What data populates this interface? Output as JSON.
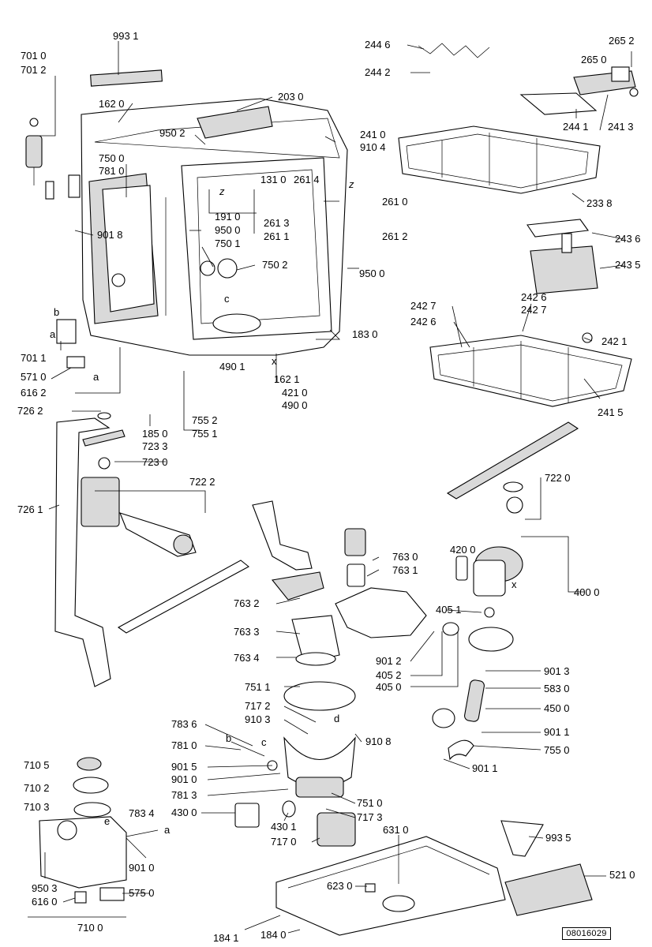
{
  "document_code": "08016029",
  "labels": [
    {
      "id": "9931",
      "text": "993 1"
    },
    {
      "id": "7010",
      "text": "701 0"
    },
    {
      "id": "7012",
      "text": "701 2"
    },
    {
      "id": "1620",
      "text": "162 0"
    },
    {
      "id": "2030",
      "text": "203 0"
    },
    {
      "id": "9502",
      "text": "950 2"
    },
    {
      "id": "7500",
      "text": "750 0"
    },
    {
      "id": "7810",
      "text": "781 0"
    },
    {
      "id": "9018",
      "text": "901 8"
    },
    {
      "id": "7011",
      "text": "701 1"
    },
    {
      "id": "5710",
      "text": "571 0"
    },
    {
      "id": "6162",
      "text": "616 2"
    },
    {
      "id": "7262",
      "text": "726 2"
    },
    {
      "id": "2410",
      "text": "241 0"
    },
    {
      "id": "9104",
      "text": "910 4"
    },
    {
      "id": "1310",
      "text": "131 0"
    },
    {
      "id": "2614",
      "text": "261 4"
    },
    {
      "id": "2610",
      "text": "261 0"
    },
    {
      "id": "1910",
      "text": "191 0"
    },
    {
      "id": "9500a",
      "text": "950 0"
    },
    {
      "id": "2613",
      "text": "261 3"
    },
    {
      "id": "2611",
      "text": "261 1"
    },
    {
      "id": "2612",
      "text": "261 2"
    },
    {
      "id": "7501",
      "text": "750 1"
    },
    {
      "id": "7502",
      "text": "750 2"
    },
    {
      "id": "9500b",
      "text": "950 0"
    },
    {
      "id": "1830",
      "text": "183 0"
    },
    {
      "id": "4901",
      "text": "490 1"
    },
    {
      "id": "1621",
      "text": "162 1"
    },
    {
      "id": "4210",
      "text": "421 0"
    },
    {
      "id": "4900",
      "text": "490 0"
    },
    {
      "id": "7552",
      "text": "755 2"
    },
    {
      "id": "7551",
      "text": "755 1"
    },
    {
      "id": "1850",
      "text": "185 0"
    },
    {
      "id": "7233",
      "text": "723 3"
    },
    {
      "id": "7230",
      "text": "723 0"
    },
    {
      "id": "2446",
      "text": "244 6"
    },
    {
      "id": "2442",
      "text": "244 2"
    },
    {
      "id": "2652",
      "text": "265 2"
    },
    {
      "id": "2650",
      "text": "265 0"
    },
    {
      "id": "2441",
      "text": "244 1"
    },
    {
      "id": "2413",
      "text": "241 3"
    },
    {
      "id": "2338",
      "text": "233 8"
    },
    {
      "id": "2436",
      "text": "243 6"
    },
    {
      "id": "2435",
      "text": "243 5"
    },
    {
      "id": "2427a",
      "text": "242 7"
    },
    {
      "id": "2426a",
      "text": "242 6"
    },
    {
      "id": "2426b",
      "text": "242 6"
    },
    {
      "id": "2427b",
      "text": "242 7"
    },
    {
      "id": "2421",
      "text": "242 1"
    },
    {
      "id": "2415",
      "text": "241 5"
    },
    {
      "id": "7222",
      "text": "722 2"
    },
    {
      "id": "7261",
      "text": "726 1"
    },
    {
      "id": "7220",
      "text": "722 0"
    },
    {
      "id": "7630",
      "text": "763 0"
    },
    {
      "id": "7631",
      "text": "763 1"
    },
    {
      "id": "4200",
      "text": "420 0"
    },
    {
      "id": "4000",
      "text": "400 0"
    },
    {
      "id": "7632",
      "text": "763 2"
    },
    {
      "id": "4051",
      "text": "405 1"
    },
    {
      "id": "7633",
      "text": "763 3"
    },
    {
      "id": "7634",
      "text": "763 4"
    },
    {
      "id": "9012",
      "text": "901 2"
    },
    {
      "id": "4052",
      "text": "405 2"
    },
    {
      "id": "4050",
      "text": "405 0"
    },
    {
      "id": "9013",
      "text": "901 3"
    },
    {
      "id": "7511",
      "text": "751 1"
    },
    {
      "id": "5830",
      "text": "583 0"
    },
    {
      "id": "7172",
      "text": "717 2"
    },
    {
      "id": "4500",
      "text": "450 0"
    },
    {
      "id": "9103",
      "text": "910 3"
    },
    {
      "id": "9108",
      "text": "910 8"
    },
    {
      "id": "9011a",
      "text": "901 1"
    },
    {
      "id": "7836",
      "text": "783 6"
    },
    {
      "id": "7550",
      "text": "755 0"
    },
    {
      "id": "7810b",
      "text": "781 0"
    },
    {
      "id": "9011b",
      "text": "901 1"
    },
    {
      "id": "7105",
      "text": "710 5"
    },
    {
      "id": "9015",
      "text": "901 5"
    },
    {
      "id": "9010a",
      "text": "901 0"
    },
    {
      "id": "7102",
      "text": "710 2"
    },
    {
      "id": "7813",
      "text": "781 3"
    },
    {
      "id": "7510",
      "text": "751 0"
    },
    {
      "id": "7103",
      "text": "710 3"
    },
    {
      "id": "7834",
      "text": "783 4"
    },
    {
      "id": "4300",
      "text": "430 0"
    },
    {
      "id": "7173",
      "text": "717 3"
    },
    {
      "id": "4301",
      "text": "430 1"
    },
    {
      "id": "6310",
      "text": "631 0"
    },
    {
      "id": "7170",
      "text": "717 0"
    },
    {
      "id": "9935",
      "text": "993 5"
    },
    {
      "id": "9010b",
      "text": "901 0"
    },
    {
      "id": "9503",
      "text": "950 3"
    },
    {
      "id": "5210",
      "text": "521 0"
    },
    {
      "id": "6230",
      "text": "623 0"
    },
    {
      "id": "6160",
      "text": "616 0"
    },
    {
      "id": "5750",
      "text": "575 0"
    },
    {
      "id": "7100",
      "text": "710 0"
    },
    {
      "id": "1841",
      "text": "184 1"
    },
    {
      "id": "1840",
      "text": "184 0"
    }
  ],
  "ref_letters": [
    {
      "id": "z1",
      "text": "z"
    },
    {
      "id": "z2",
      "text": "z"
    },
    {
      "id": "c1",
      "text": "c"
    },
    {
      "id": "b1",
      "text": "b"
    },
    {
      "id": "a1",
      "text": "a"
    },
    {
      "id": "a2",
      "text": "a"
    },
    {
      "id": "x1",
      "text": "x"
    },
    {
      "id": "x2",
      "text": "x"
    },
    {
      "id": "b2",
      "text": "b"
    },
    {
      "id": "c2",
      "text": "c"
    },
    {
      "id": "d1",
      "text": "d"
    },
    {
      "id": "e1",
      "text": "e"
    },
    {
      "id": "a3",
      "text": "a"
    }
  ]
}
